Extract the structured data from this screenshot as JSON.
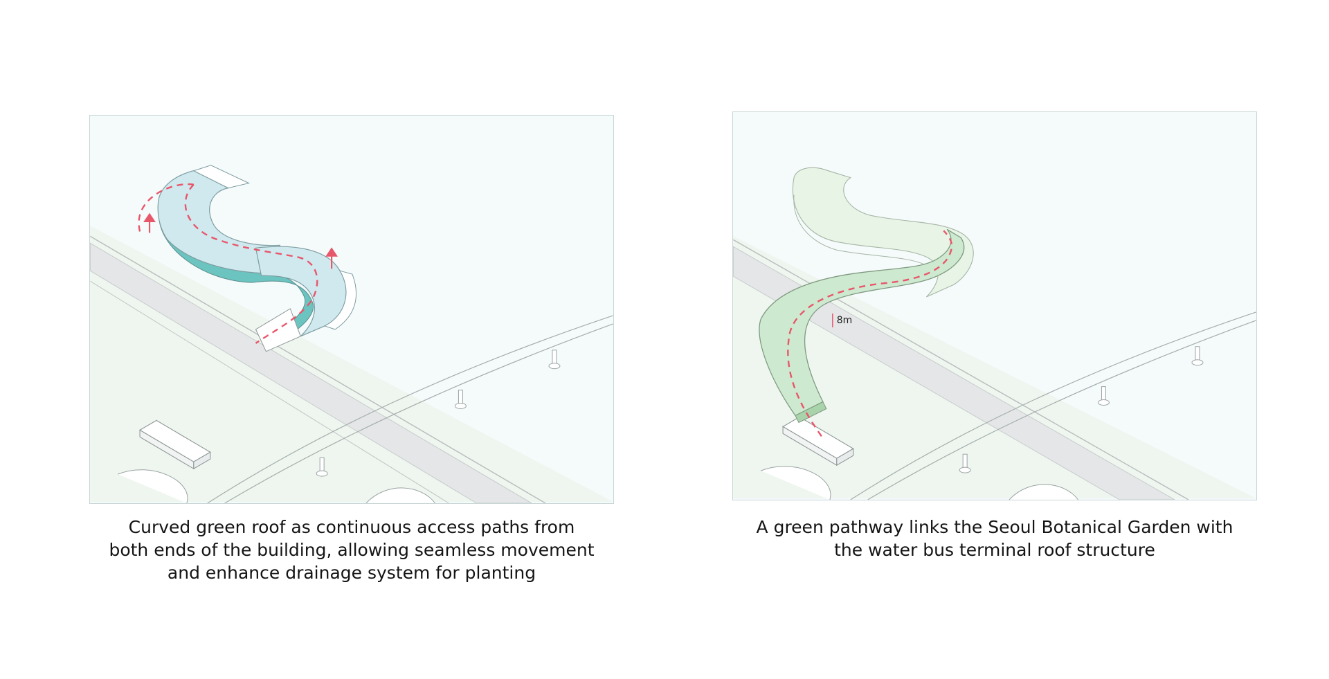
{
  "panels": [
    {
      "caption": "Curved green roof as continuous access paths from\nboth ends of the building, allowing seamless movement\nand enhance drainage system for planting",
      "roof_color": "#cfe9ef",
      "roof_side_color": "#6cc4c0",
      "path_color": "#e8566a"
    },
    {
      "caption": "A green pathway links the Seoul Botanical Garden with\nthe water bus terminal roof structure",
      "dimension_label": "8m",
      "pathway_color": "#cde9cf",
      "roof_color": "#e8f4e6",
      "path_color": "#e8566a"
    }
  ],
  "colors": {
    "sky": "#f5fafb",
    "ground": "#eef6ef",
    "road": "#e4e6e7",
    "road_edge": "#c8cccd",
    "line": "#9aa3a3"
  }
}
